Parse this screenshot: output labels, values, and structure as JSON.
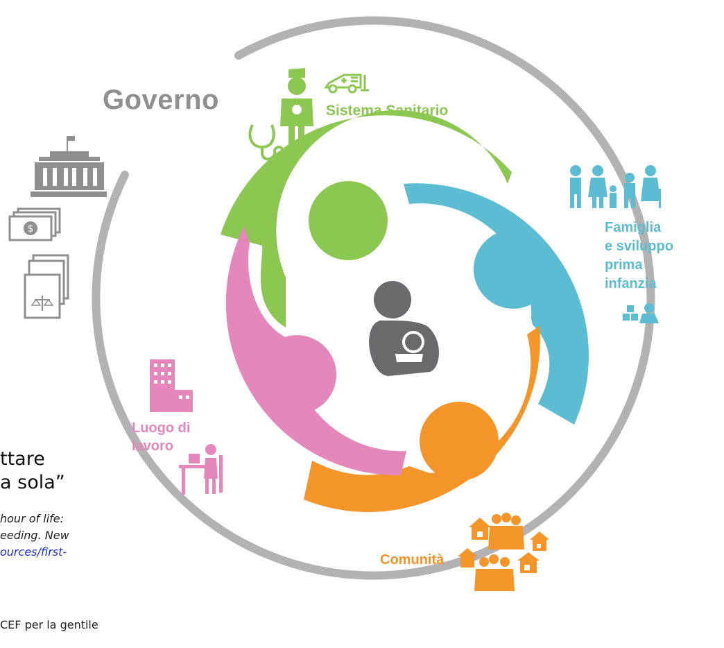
{
  "labels": {
    "governo": "Governo",
    "sistema_sanitario": "Sistema Sanitario",
    "famiglia": [
      "Famiglia",
      "e sviluppo",
      "prima",
      "infanzia"
    ],
    "luogo_di_lavoro": [
      "Luogo di",
      "lavoro"
    ],
    "comunita": "Comunità"
  },
  "side_text": {
    "line1": "ttare",
    "line2": "a sola”",
    "citation": [
      "hour of life:",
      "eeding. New",
      "ources/first-"
    ],
    "credit": "CEF per la gentile"
  },
  "icons": {
    "government": [
      "building-icon",
      "money-icon",
      "policy-law-icon"
    ],
    "health": [
      "nurse-icon",
      "stethoscope-icon",
      "ambulance-icon"
    ],
    "family": [
      "family-icon",
      "child-blocks-icon"
    ],
    "workplace": [
      "office-building-icon",
      "desk-worker-icon"
    ],
    "community": [
      "house-icon",
      "people-group-icon"
    ],
    "center": "breastfeeding-mother-icon"
  },
  "colors": {
    "government": "#b2b2b2",
    "health": "#8cc751",
    "family": "#5bbcd2",
    "community": "#f4952a",
    "workplace": "#e488bb",
    "center": "#6a6a6c",
    "link": "#1b2fd0"
  }
}
